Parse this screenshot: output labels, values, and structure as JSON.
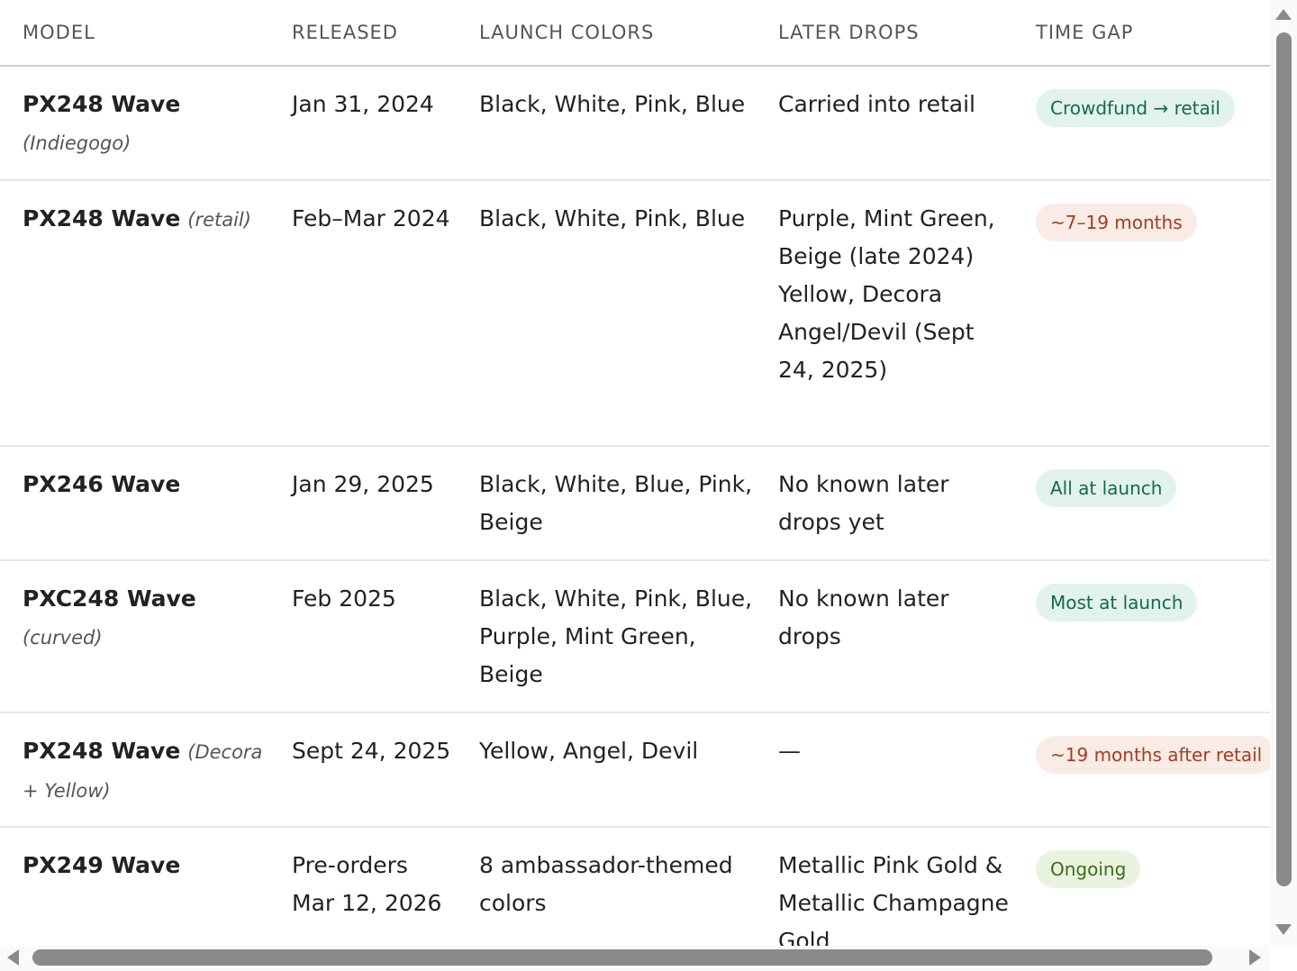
{
  "headers": [
    "MODEL",
    "RELEASED",
    "LAUNCH COLORS",
    "LATER DROPS",
    "TIME GAP"
  ],
  "rows": [
    {
      "model": "PX248 Wave",
      "note": "(Indiegogo)",
      "released": "Jan 31, 2024",
      "launch": "Black, White, Pink, Blue",
      "later": "Carried into retail",
      "gap": "Crowdfund → retail",
      "gap_tone": "green"
    },
    {
      "model": "PX248 Wave",
      "note": "(retail)",
      "released": "Feb–Mar 2024",
      "launch": "Black, White, Pink, Blue",
      "later": "Purple, Mint Green, Beige (late 2024) Yellow, Decora Angel/Devil (Sept 24, 2025)",
      "gap": "~7–19 months",
      "gap_tone": "red"
    },
    {
      "model": "PX246 Wave",
      "note": "",
      "released": "Jan 29, 2025",
      "launch": "Black, White, Blue, Pink, Beige",
      "later": "No known later drops yet",
      "gap": "All at launch",
      "gap_tone": "green"
    },
    {
      "model": "PXC248 Wave",
      "note": "(curved)",
      "released": "Feb 2025",
      "launch": "Black, White, Pink, Blue, Purple, Mint Green, Beige",
      "later": "No known later drops",
      "gap": "Most at launch",
      "gap_tone": "green"
    },
    {
      "model": "PX248 Wave",
      "note": "(Decora + Yellow)",
      "released": "Sept 24, 2025",
      "launch": "Yellow, Angel, Devil",
      "later": "—",
      "gap": "~19 months after retail",
      "gap_tone": "red"
    },
    {
      "model": "PX249 Wave",
      "note": "",
      "released": "Pre-orders Mar 12, 2026",
      "launch": "8 ambassador-themed colors",
      "later": "Metallic Pink Gold & Metallic Champagne Gold",
      "gap": "Ongoing",
      "gap_tone": "olive"
    }
  ],
  "colors": {
    "green_bg": "#e1f3ec",
    "green_text": "#17684f",
    "red_bg": "#f9ebe5",
    "red_text": "#a63c1f",
    "olive_bg": "#eaf3e0",
    "olive_text": "#3b6e1a"
  }
}
